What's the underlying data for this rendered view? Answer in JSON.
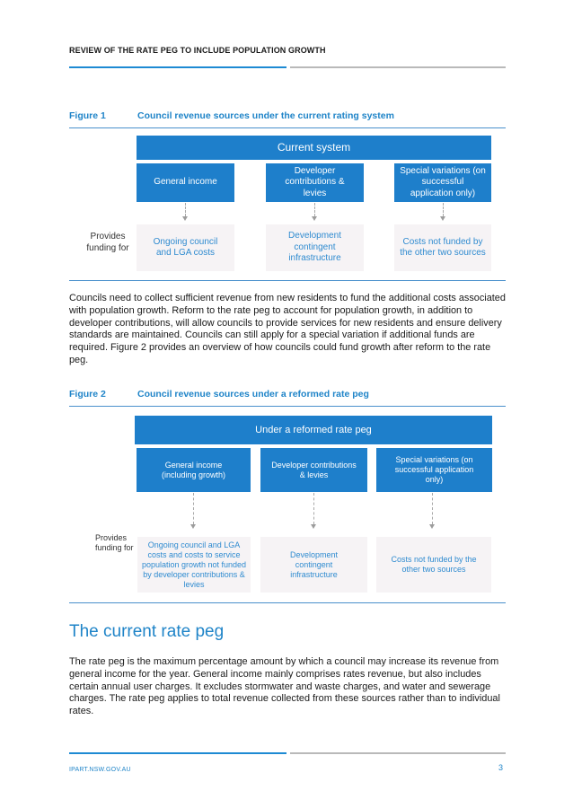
{
  "header": {
    "running_title": "REVIEW OF THE RATE PEG TO INCLUDE POPULATION GROWTH"
  },
  "figure1": {
    "number": "Figure 1",
    "title": "Council revenue sources under the current rating system",
    "top_box": "Current system",
    "sources": [
      "General income",
      "Developer contributions & levies",
      "Special variations (on successful application only)"
    ],
    "provides_label": "Provides funding for",
    "uses": [
      "Ongoing council and LGA costs",
      "Development contingent infrastructure",
      "Costs not funded by the other two sources"
    ]
  },
  "paragraph1": "Councils need to collect sufficient revenue from new residents to fund the additional costs associated with population growth. Reform to the rate peg to account for population growth, in addition to developer contributions, will allow councils to provide services for new residents and ensure delivery standards are maintained. Councils can still apply for a special variation if additional funds are required. Figure 2 provides an overview of how councils could fund growth after reform to the rate peg.",
  "figure2": {
    "number": "Figure 2",
    "title": "Council revenue sources under a reformed rate peg",
    "top_box": "Under a reformed rate peg",
    "sources": [
      "General income (including growth)",
      "Developer contributions & levies",
      "Special variations (on successful application only)"
    ],
    "provides_label": "Provides funding for",
    "uses": [
      "Ongoing council and LGA costs and costs to service population growth not funded by developer contributions & levies",
      "Development contingent infrastructure",
      "Costs not funded by the other two sources"
    ]
  },
  "section": {
    "heading": "The current rate peg",
    "body": "The rate peg is the maximum percentage amount by which a council may increase its revenue from general income for the year. General income mainly comprises rates revenue, but also includes certain annual user charges. It excludes stormwater and waste charges, and water and sewerage charges. The rate peg applies to total revenue collected from these sources rather than to individual rates."
  },
  "footer": {
    "url": "IPART.NSW.GOV.AU",
    "page_number": "3"
  },
  "colors": {
    "accent_blue": "#1e7fcb",
    "caption_blue": "#1f84c8",
    "pale_box": "#f6f3f5",
    "rule_grey": "#b9b9b9"
  }
}
